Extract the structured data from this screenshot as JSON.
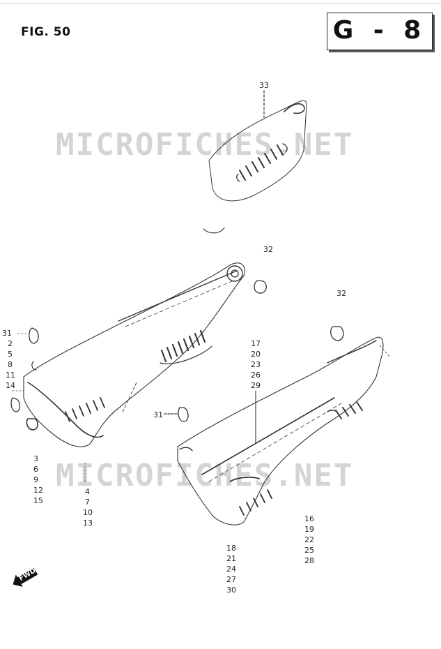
{
  "header": {
    "figure_label": "FIG. 50",
    "section_code": "G - 8"
  },
  "watermark": {
    "top": "MICROFICHES.NET",
    "bottom": "MICROFICHES.NET"
  },
  "callouts": {
    "c33": "33",
    "c32a": "32",
    "c32b": "32",
    "c31b": "31"
  },
  "left_column_top": [
    "31",
    "2",
    "5",
    "8",
    "11",
    "14"
  ],
  "left_column_bottom": [
    "3",
    "6",
    "9",
    "12",
    "15"
  ],
  "left_column_mid": [
    "4",
    "7",
    "10",
    "13"
  ],
  "center_column": [
    "17",
    "20",
    "23",
    "26",
    "29"
  ],
  "bottom_center_column": [
    "18",
    "21",
    "24",
    "27",
    "30"
  ],
  "bottom_right_column": [
    "16",
    "19",
    "22",
    "25",
    "28"
  ],
  "fwd_label": "FWD"
}
